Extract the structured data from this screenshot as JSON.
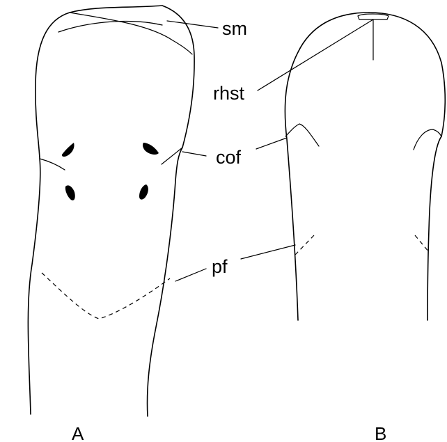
{
  "figure": {
    "labels": {
      "sm": "sm",
      "rhst": "rhst",
      "cof": "cof",
      "pf": "pf"
    },
    "panels": {
      "a": "A",
      "b": "B"
    }
  }
}
